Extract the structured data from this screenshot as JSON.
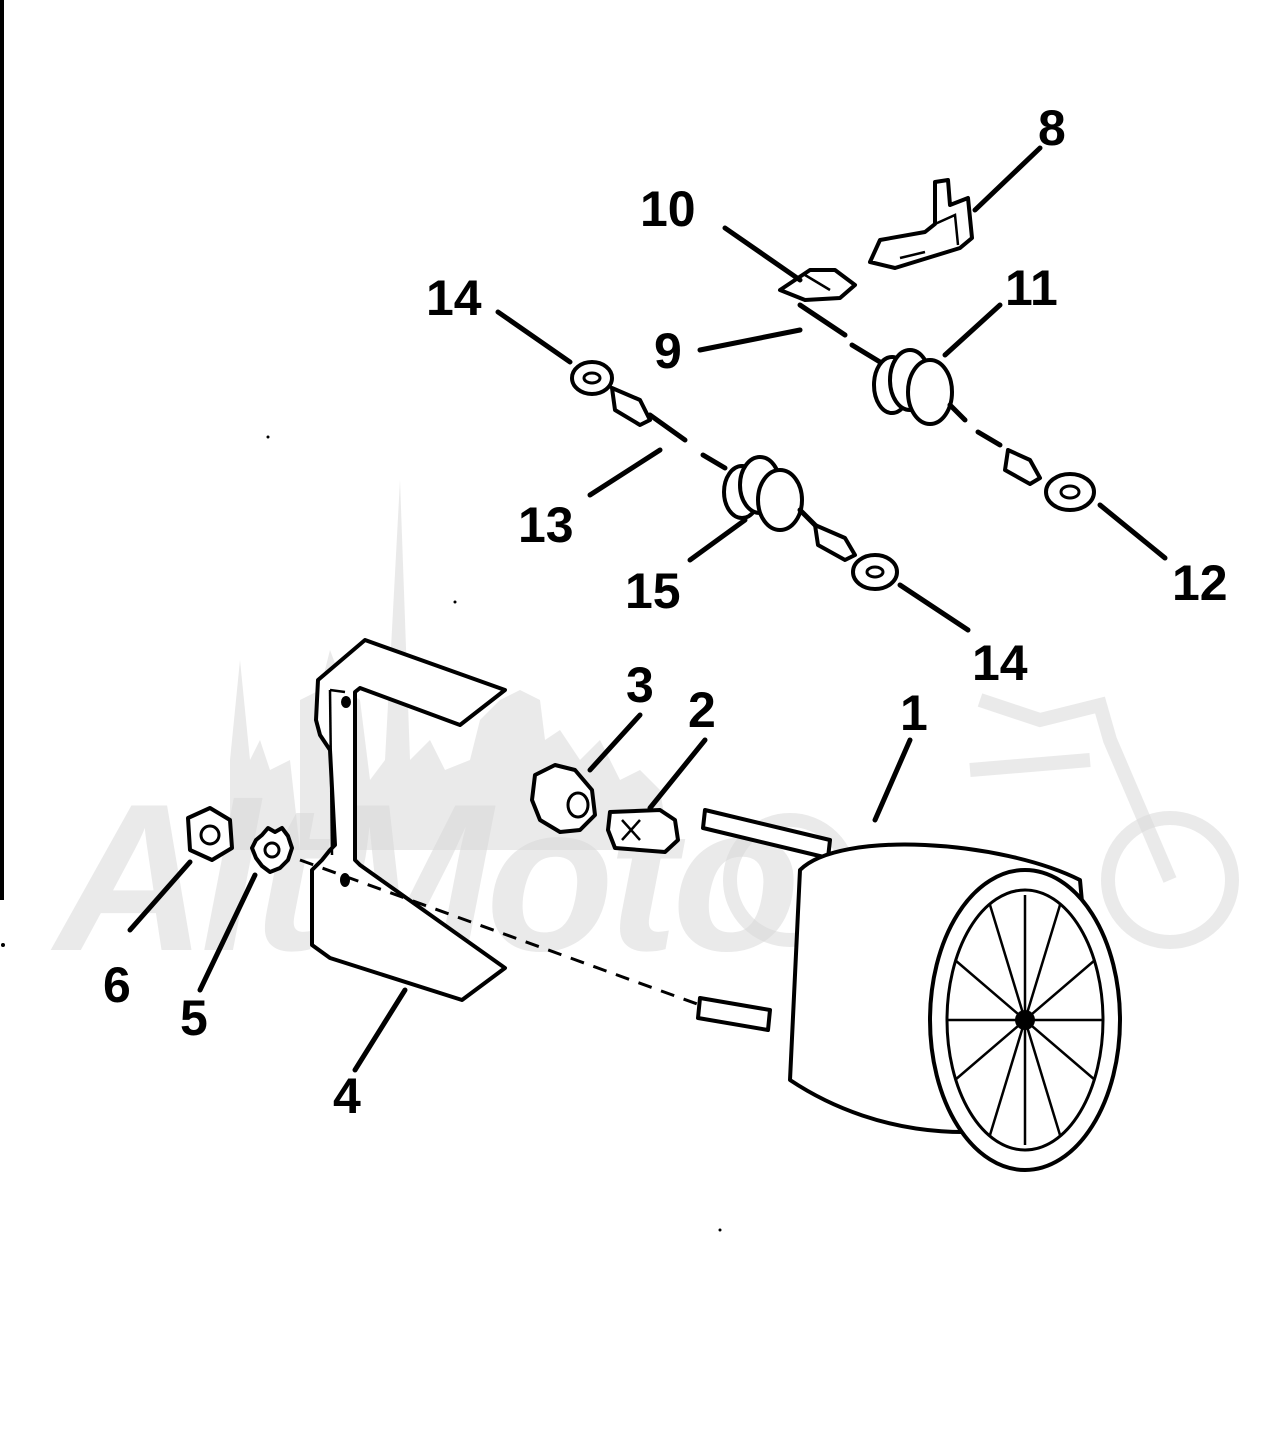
{
  "watermark": {
    "text": "AltMoto"
  },
  "callouts": [
    {
      "id": "1",
      "label": "1"
    },
    {
      "id": "2",
      "label": "2"
    },
    {
      "id": "3",
      "label": "3"
    },
    {
      "id": "4",
      "label": "4"
    },
    {
      "id": "5",
      "label": "5"
    },
    {
      "id": "6",
      "label": "6"
    },
    {
      "id": "8",
      "label": "8"
    },
    {
      "id": "9",
      "label": "9"
    },
    {
      "id": "10",
      "label": "10"
    },
    {
      "id": "11",
      "label": "11"
    },
    {
      "id": "12",
      "label": "12"
    },
    {
      "id": "13",
      "label": "13"
    },
    {
      "id": "14a",
      "label": "14"
    },
    {
      "id": "14b",
      "label": "14"
    },
    {
      "id": "15",
      "label": "15"
    }
  ]
}
